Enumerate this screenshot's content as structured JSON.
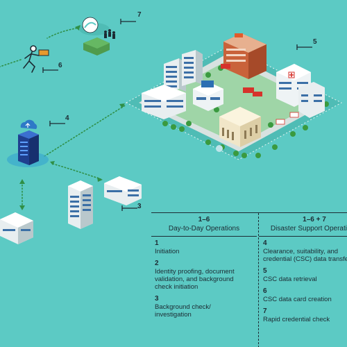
{
  "markers": {
    "m3": "3",
    "m4": "4",
    "m5": "5",
    "m6": "6",
    "m7": "7"
  },
  "legend": {
    "left": {
      "phase": "1–6",
      "name": "Day-to-Day Operations",
      "steps": [
        {
          "num": "1",
          "text": "Initiation"
        },
        {
          "num": "2",
          "text": "Identity proofing, document\nvalidation, and background\ncheck initiation"
        },
        {
          "num": "3",
          "text": "Background check/\ninvestigation"
        }
      ]
    },
    "right": {
      "phase": "1–6 + 7",
      "name": "Disaster Support Operations",
      "steps": [
        {
          "num": "4",
          "text": "Clearance, suitability, and\ncredential (CSC) data transfer"
        },
        {
          "num": "5",
          "text": "CSC data retrieval"
        },
        {
          "num": "6",
          "text": "CSC data card creation"
        },
        {
          "num": "7",
          "text": "Rapid credential check"
        }
      ]
    }
  },
  "colors": {
    "background": "#5ccac4",
    "ink": "#1c2b33",
    "connector": "#3c9a4a",
    "server": "#1f3f8f"
  }
}
